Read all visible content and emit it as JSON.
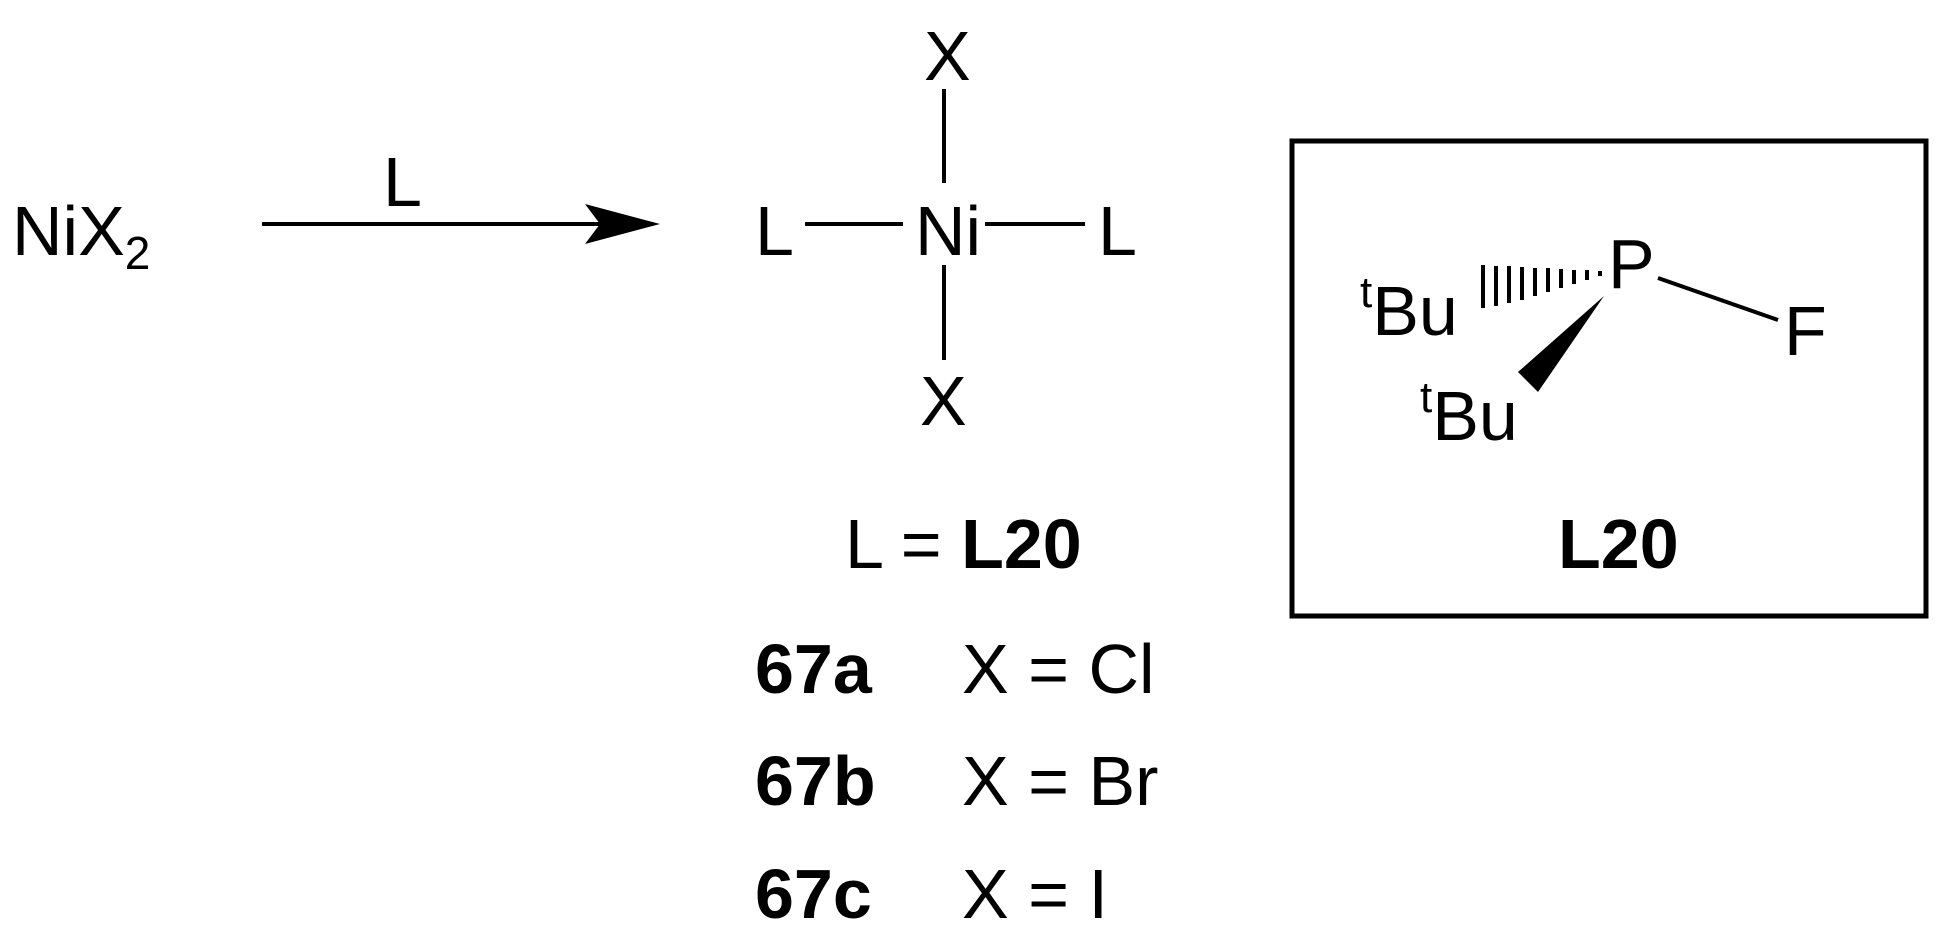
{
  "reactant": {
    "metal": "NiX",
    "subscript": "2"
  },
  "arrow": {
    "reagent": "L"
  },
  "product": {
    "center": "Ni",
    "top": "X",
    "bottom": "X",
    "left": "L",
    "right": "L"
  },
  "ligand_definition": {
    "prefix": "L = ",
    "ligand": "L20"
  },
  "compounds": [
    {
      "id": "67a",
      "halide": "X = Cl"
    },
    {
      "id": "67b",
      "halide": "X = Br"
    },
    {
      "id": "67c",
      "halide": "X = I"
    }
  ],
  "ligand_box": {
    "phosphorus": "P",
    "fluorine": "F",
    "tbu_upper": {
      "sup": "t",
      "text": "Bu"
    },
    "tbu_lower": {
      "sup": "t",
      "text": "Bu"
    },
    "label": "L20"
  }
}
